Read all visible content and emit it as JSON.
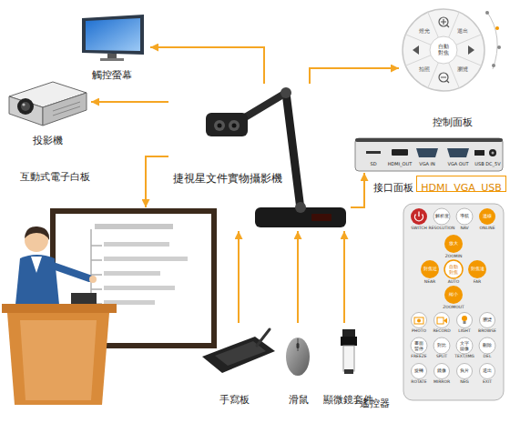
{
  "diagram": {
    "nodes": [
      {
        "text": [
          "觸控螢幕"
        ]
      },
      {
        "text": [
          "投影機"
        ]
      },
      {
        "text": [
          "互動式電子白板"
        ]
      },
      {
        "text": [
          "捷視星文件實物攝影機"
        ]
      },
      {
        "text": [
          "控制面板"
        ]
      },
      {
        "text": [
          "接口面板"
        ]
      },
      {
        "text": [
          "HDMI VGA USB"
        ]
      },
      {
        "text": [
          "遙控器"
        ]
      },
      {
        "text": [
          "手寫板"
        ]
      },
      {
        "text": [
          "滑鼠"
        ]
      },
      {
        "text": [
          "顯微鏡套件"
        ]
      }
    ],
    "edges": [
      {
        "from": 3,
        "to": 0,
        "arrow": "to"
      },
      {
        "from": 3,
        "to": 1,
        "arrow": "to"
      },
      {
        "from": 3,
        "to": 2,
        "arrow": "to"
      },
      {
        "from": 3,
        "to": 4,
        "arrow": "to"
      },
      {
        "from": 3,
        "to": 5,
        "arrow": "to"
      },
      {
        "from": 8,
        "to": 3,
        "arrow": "to"
      },
      {
        "from": 9,
        "to": 3,
        "arrow": "to"
      },
      {
        "from": 10,
        "to": 3,
        "arrow": "to"
      }
    ],
    "labels": [
      "自動對焦",
      "燈光",
      "退出",
      "瀏覽",
      "拍照",
      "SD",
      "HDMI_OUT",
      "VGA IN",
      "VGA OUT",
      "USB",
      "DC_5V",
      "解析度",
      "導航",
      "連線",
      "SWITCH",
      "RESOLUTION",
      "NAV",
      "ONLINE",
      "放大",
      "ZOOMIN",
      "對焦近",
      "自動對焦",
      "對焦遠",
      "NEAR",
      "AUTO",
      "FAR",
      "縮小",
      "ZOOMOUT",
      "PHOTO",
      "RECORD",
      "LIGHT",
      "瀏覽",
      "BROWSE",
      "畫面暫停",
      "對比",
      "文字圖像",
      "刪除",
      "FREEZE",
      "SPLIT",
      "TEXT/IMG",
      "DEL",
      "旋轉",
      "鏡像",
      "負片",
      "退出",
      "ROTATE",
      "MIRROR",
      "NEG",
      "EXIT"
    ]
  }
}
